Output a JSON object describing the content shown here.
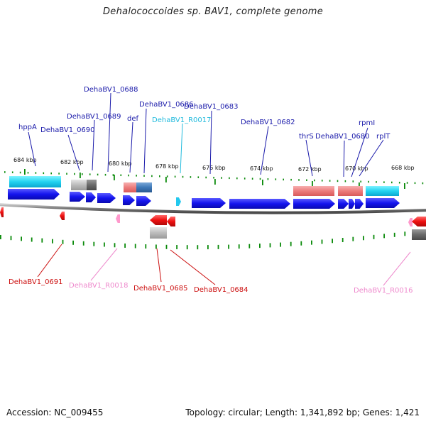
{
  "title": "Dehalococcoides sp. BAV1, complete genome",
  "footer": {
    "accession": "Accession: NC_009455",
    "topology": "Topology: circular; Length: 1,341,892 bp; Genes: 1,421"
  },
  "colors": {
    "cds_forward": "#1010ee",
    "cds_reverse": "#ee1010",
    "rna": "#ff88cc",
    "trna_label": "#22bbdd",
    "label_forward": "#1a1aaa",
    "label_reverse": "#cc1010",
    "label_rna": "#ee88cc",
    "tick": "#0a8a0a",
    "backbone": "#777777"
  },
  "scale_labels": [
    "684 kbp",
    "682 kbp",
    "680 kbp",
    "678 kbp",
    "676 kbp",
    "674 kbp",
    "672 kbp",
    "670 kbp",
    "668 kbp"
  ],
  "upper_labels": [
    {
      "text": "hppA",
      "color": "#1a1aaa"
    },
    {
      "text": "DehaBV1_0690",
      "color": "#1a1aaa"
    },
    {
      "text": "DehaBV1_0689",
      "color": "#1a1aaa"
    },
    {
      "text": "DehaBV1_0688",
      "color": "#1a1aaa"
    },
    {
      "text": "def",
      "color": "#1a1aaa"
    },
    {
      "text": "DehaBV1_0686",
      "color": "#1a1aaa"
    },
    {
      "text": "DehaBV1_R0017",
      "color": "#22bbdd"
    },
    {
      "text": "DehaBV1_0683",
      "color": "#1a1aaa"
    },
    {
      "text": "DehaBV1_0682",
      "color": "#1a1aaa"
    },
    {
      "text": "thrS",
      "color": "#1a1aaa"
    },
    {
      "text": "DehaBV1_0680",
      "color": "#1a1aaa"
    },
    {
      "text": "rpmI",
      "color": "#1a1aaa"
    },
    {
      "text": "rplT",
      "color": "#1a1aaa"
    }
  ],
  "lower_labels": [
    {
      "text": "DehaBV1_0691",
      "color": "#cc1010"
    },
    {
      "text": "DehaBV1_R0018",
      "color": "#ee88cc"
    },
    {
      "text": "DehaBV1_0685",
      "color": "#cc1010"
    },
    {
      "text": "DehaBV1_0684",
      "color": "#cc1010"
    },
    {
      "text": "DehaBV1_R0016",
      "color": "#ee88cc"
    }
  ]
}
